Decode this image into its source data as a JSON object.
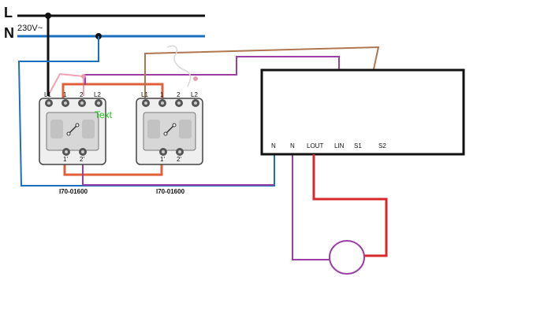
{
  "supply": {
    "line_label": "L",
    "neutral_label": "N",
    "voltage_label": "230V~"
  },
  "switch_left": {
    "terminal_top_1": "L1",
    "terminal_top_2": "1",
    "terminal_top_3": "2",
    "terminal_top_4": "L2",
    "terminal_bottom_1": "1'",
    "terminal_bottom_2": "2'",
    "model": "I70-01600"
  },
  "switch_right": {
    "terminal_top_1": "L1",
    "terminal_top_2": "1",
    "terminal_top_3": "2",
    "terminal_top_4": "L2",
    "terminal_bottom_1": "1'",
    "terminal_bottom_2": "2'",
    "model": "I70-01600"
  },
  "stray_text": "Text",
  "module": {
    "terminals": [
      "N",
      "N",
      "LOUT",
      "LIN",
      "S1",
      "S2"
    ]
  },
  "colors": {
    "line": "#111111",
    "neutral": "#1a6fc0",
    "purple": "#9b3fa5",
    "red": "#d8282b",
    "orange": "#e0603c",
    "brown": "#b0764f",
    "pink": "#f2a0b4",
    "stray_text": "#1ec41e"
  }
}
